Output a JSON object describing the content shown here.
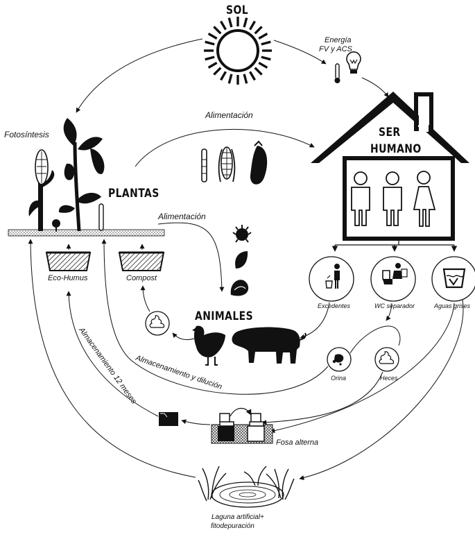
{
  "nodes": {
    "sun": "SOL",
    "human_1": "SER",
    "human_2": "HUMANO",
    "plants": "PLANTAS",
    "animals": "ANIMALES"
  },
  "labels": {
    "energy_1": "Energía",
    "energy_2": "FV y ACS",
    "food_top": "Alimentación",
    "food_mid": "Alimentación",
    "photosynthesis": "Fotosíntesis",
    "eco_humus": "Eco-Humus",
    "compost": "Compost",
    "surplus": "Excedentes",
    "wc": "WC separador",
    "greywater": "Aguas grises",
    "urine": "Orina",
    "feces": "Heces",
    "storage_dilution": "Almacenamiento y dilución",
    "storage_12": "Almacenamiento  12 meses",
    "pit": "Fosa alterna",
    "lagoon_1": "Laguna artificial+",
    "lagoon_2": "fitodepuración"
  }
}
